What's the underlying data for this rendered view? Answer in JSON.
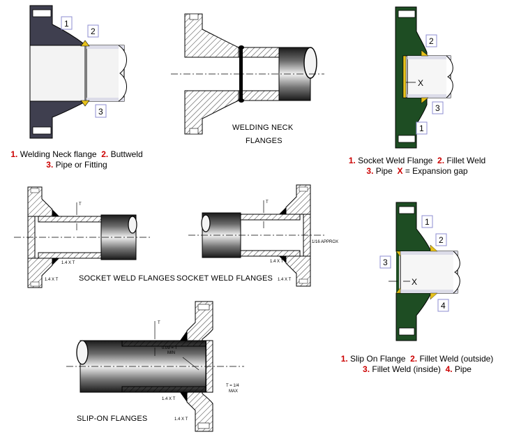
{
  "diagram_titles": {
    "welding_neck": [
      "WELDING NECK",
      "FLANGES"
    ],
    "socket_left": "SOCKET WELD FLANGES",
    "socket_right": "SOCKET WELD FLANGES",
    "slip_on": "SLIP-ON FLANGES"
  },
  "captions": {
    "weld_neck": {
      "line1": [
        {
          "n": "1.",
          "t": "Welding Neck flange"
        },
        {
          "n": "2.",
          "t": "Buttweld"
        }
      ],
      "line2": [
        {
          "n": "3.",
          "t": "Pipe or Fitting"
        }
      ]
    },
    "socket_weld": {
      "line1": [
        {
          "n": "1.",
          "t": "Socket Weld Flange"
        },
        {
          "n": "2.",
          "t": "Fillet Weld"
        }
      ],
      "line2": [
        {
          "n": "3.",
          "t": "Pipe"
        },
        {
          "n": "X",
          "t": "= Expansion gap"
        }
      ]
    },
    "slip_on": {
      "line1": [
        {
          "n": "1.",
          "t": "Slip On Flange"
        },
        {
          "n": "2.",
          "t": "Fillet Weld (outside)"
        }
      ],
      "line2": [
        {
          "n": "3.",
          "t": "Fillet Weld (inside)"
        },
        {
          "n": "4.",
          "t": "Pipe"
        }
      ]
    }
  },
  "callouts": {
    "weld_neck": [
      "1",
      "2",
      "3"
    ],
    "socket_weld": [
      "2",
      "3",
      "1"
    ],
    "slip_on": [
      "1",
      "2",
      "3",
      "4"
    ]
  },
  "gap_label": "X",
  "dimension_labels": {
    "thickness": "T",
    "one_four_t": "1.4 X T",
    "slip_min": [
      "0.09 = T",
      "MIN"
    ],
    "slip_max": [
      "T = 1/4",
      "MAX"
    ],
    "socket_gap": "1/16 APPROX"
  },
  "colors": {
    "flange_dark": "#3f3f4f",
    "flange_green": "#1e4d23",
    "weld_gold": "#e7c21a",
    "pipe_fill": "#e6e6f0",
    "pipe_dark": "#2a2a2a",
    "callout_border": "#8c8cd2",
    "number_red": "#cc0000"
  }
}
